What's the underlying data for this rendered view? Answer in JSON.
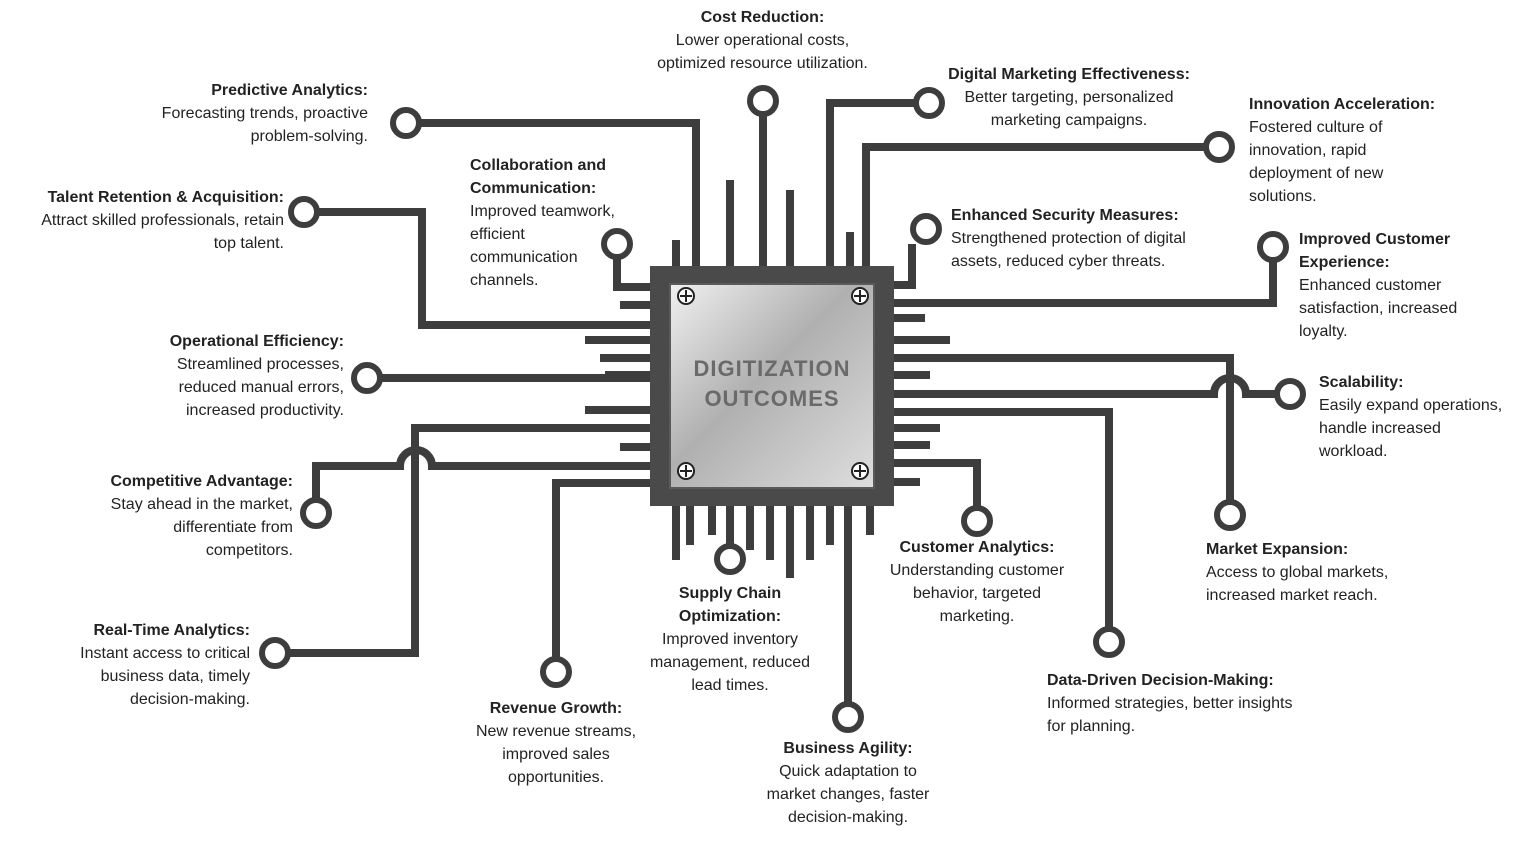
{
  "chip": {
    "title_line1": "DIGITIZATION",
    "title_line2": "OUTCOMES"
  },
  "colors": {
    "trace": "#3d3d3d",
    "chip_border": "#4a4a4a",
    "chip_face_light": "#e2e2e2",
    "chip_face_dark": "#9a9a9a"
  },
  "outcomes": [
    {
      "key": "cost",
      "title": "Cost Reduction:",
      "desc": [
        "Lower operational costs,",
        "optimized resource utilization."
      ]
    },
    {
      "key": "predictive",
      "title": "Predictive Analytics:",
      "desc": [
        "Forecasting trends, proactive",
        "problem-solving."
      ]
    },
    {
      "key": "talent",
      "title": "Talent Retention & Acquisition:",
      "desc": [
        "Attract skilled professionals, retain",
        "top talent."
      ]
    },
    {
      "key": "collab",
      "title": "Collaboration  and Communication:",
      "desc": [
        "Improved teamwork,",
        "efficient",
        "communication",
        "channels."
      ]
    },
    {
      "key": "operational",
      "title": "Operational Efficiency:",
      "desc": [
        "Streamlined processes,",
        "reduced manual errors,",
        "increased productivity."
      ]
    },
    {
      "key": "competitive",
      "title": "Competitive Advantage:",
      "desc": [
        "Stay ahead in the market,",
        "differentiate from",
        "competitors."
      ]
    },
    {
      "key": "realtime",
      "title": "Real-Time Analytics:",
      "desc": [
        "Instant access to critical",
        "business data, timely",
        "decision-making."
      ]
    },
    {
      "key": "revenue",
      "title": "Revenue Growth:",
      "desc": [
        "New revenue streams,",
        "improved sales",
        "opportunities."
      ]
    },
    {
      "key": "supply",
      "title": "Supply Chain Optimization:",
      "desc": [
        "Improved inventory",
        "management, reduced",
        "lead times."
      ]
    },
    {
      "key": "agility",
      "title": "Business Agility:",
      "desc": [
        "Quick adaptation to",
        "market changes, faster",
        "decision-making."
      ]
    },
    {
      "key": "customer_analytics",
      "title": "Customer Analytics:",
      "desc": [
        "Understanding customer",
        "behavior, targeted",
        "marketing."
      ]
    },
    {
      "key": "data_driven",
      "title": "Data-Driven Decision-Making:",
      "desc": [
        "Informed strategies, better insights",
        "for planning."
      ]
    },
    {
      "key": "market",
      "title": "Market Expansion:",
      "desc": [
        "Access to global markets,",
        "increased market reach."
      ]
    },
    {
      "key": "scalability",
      "title": "Scalability:",
      "desc": [
        "Easily expand operations,",
        "handle increased",
        "workload."
      ]
    },
    {
      "key": "customer_exp",
      "title": "Improved Customer Experience:",
      "desc": [
        "Enhanced customer",
        "satisfaction, increased",
        "loyalty."
      ]
    },
    {
      "key": "security",
      "title": "Enhanced Security Measures:",
      "desc": [
        "Strengthened protection of digital",
        "assets, reduced cyber threats."
      ]
    },
    {
      "key": "innovation",
      "title": "Innovation Acceleration:",
      "desc": [
        "Fostered culture of",
        "innovation, rapid",
        "deployment of new",
        "solutions."
      ]
    },
    {
      "key": "marketing",
      "title": "Digital Marketing Effectiveness:",
      "desc": [
        "Better targeting, personalized",
        "marketing campaigns."
      ]
    }
  ]
}
